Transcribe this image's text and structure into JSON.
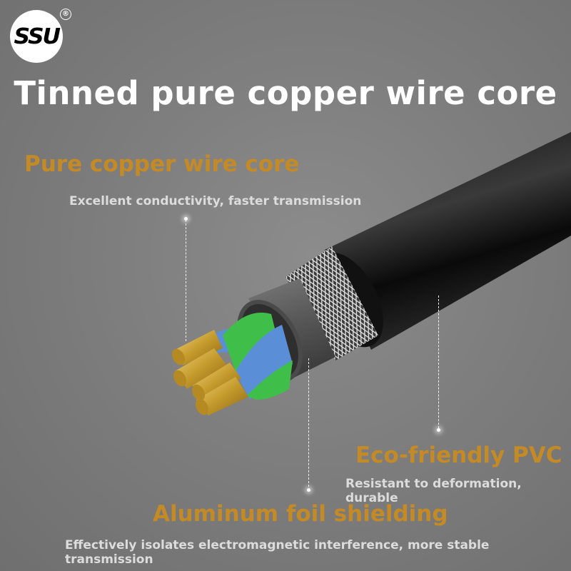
{
  "brand": {
    "logo_text": "SSU",
    "registered_mark": "®"
  },
  "title": "Tinned pure copper wire core",
  "callouts": [
    {
      "heading": "Pure copper wire core",
      "description": "Excellent conductivity, faster transmission"
    },
    {
      "heading": "Eco-friendly PVC",
      "description": "Resistant to deformation, durable"
    },
    {
      "heading": "Aluminum foil shielding",
      "description": "Effectively isolates electromagnetic interference, more stable transmission"
    }
  ],
  "colors": {
    "heading": "#c48a25",
    "description": "#dcdcdc",
    "title": "#ffffff",
    "background": "#808080",
    "jacket": "#1a1a1a",
    "wire_green": "#3fbf4a",
    "wire_blue": "#5a8fd8",
    "copper": "#c9a43a"
  }
}
